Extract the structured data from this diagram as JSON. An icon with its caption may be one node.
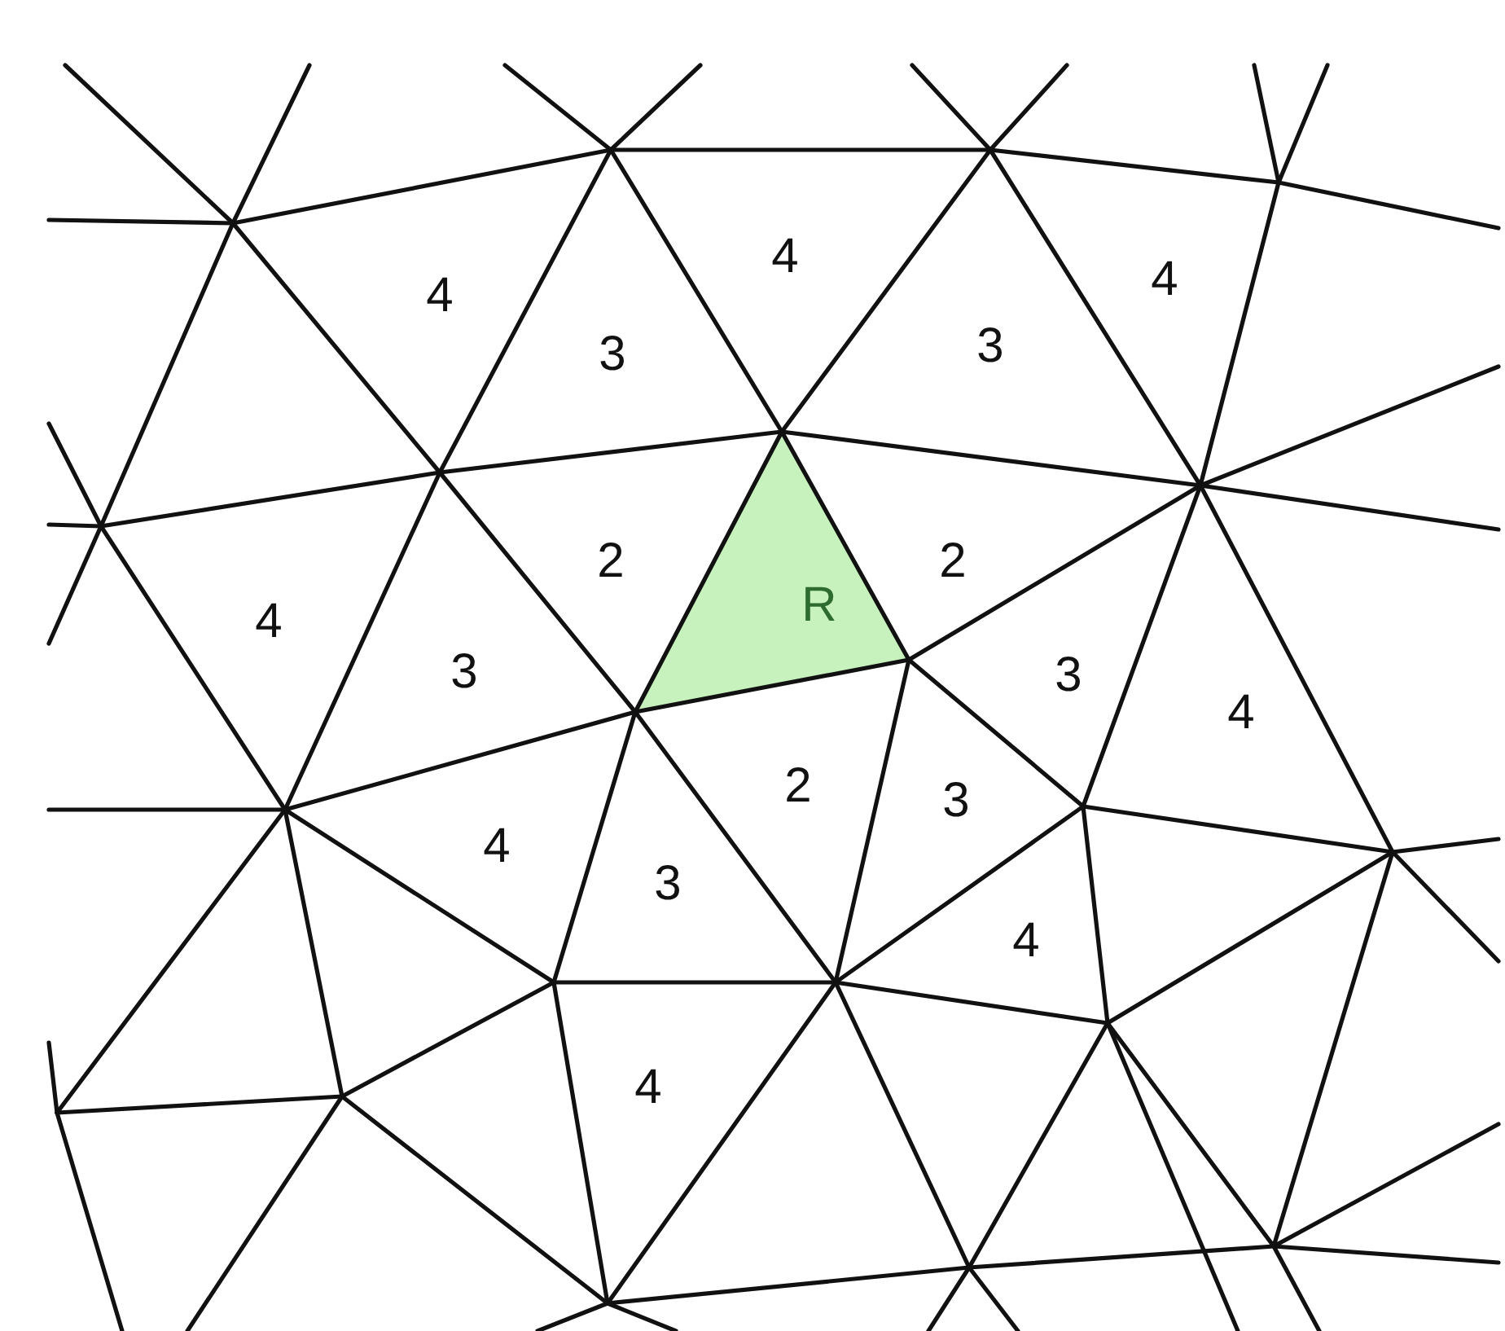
{
  "diagram": {
    "nodes": [
      {
        "text": [
          "R"
        ]
      }
    ],
    "labels": [
      "4",
      "3",
      "4",
      "3",
      "4",
      "4",
      "2",
      "2",
      "3",
      "3",
      "4",
      "2",
      "3",
      "4",
      "3",
      "4",
      "4"
    ]
  }
}
